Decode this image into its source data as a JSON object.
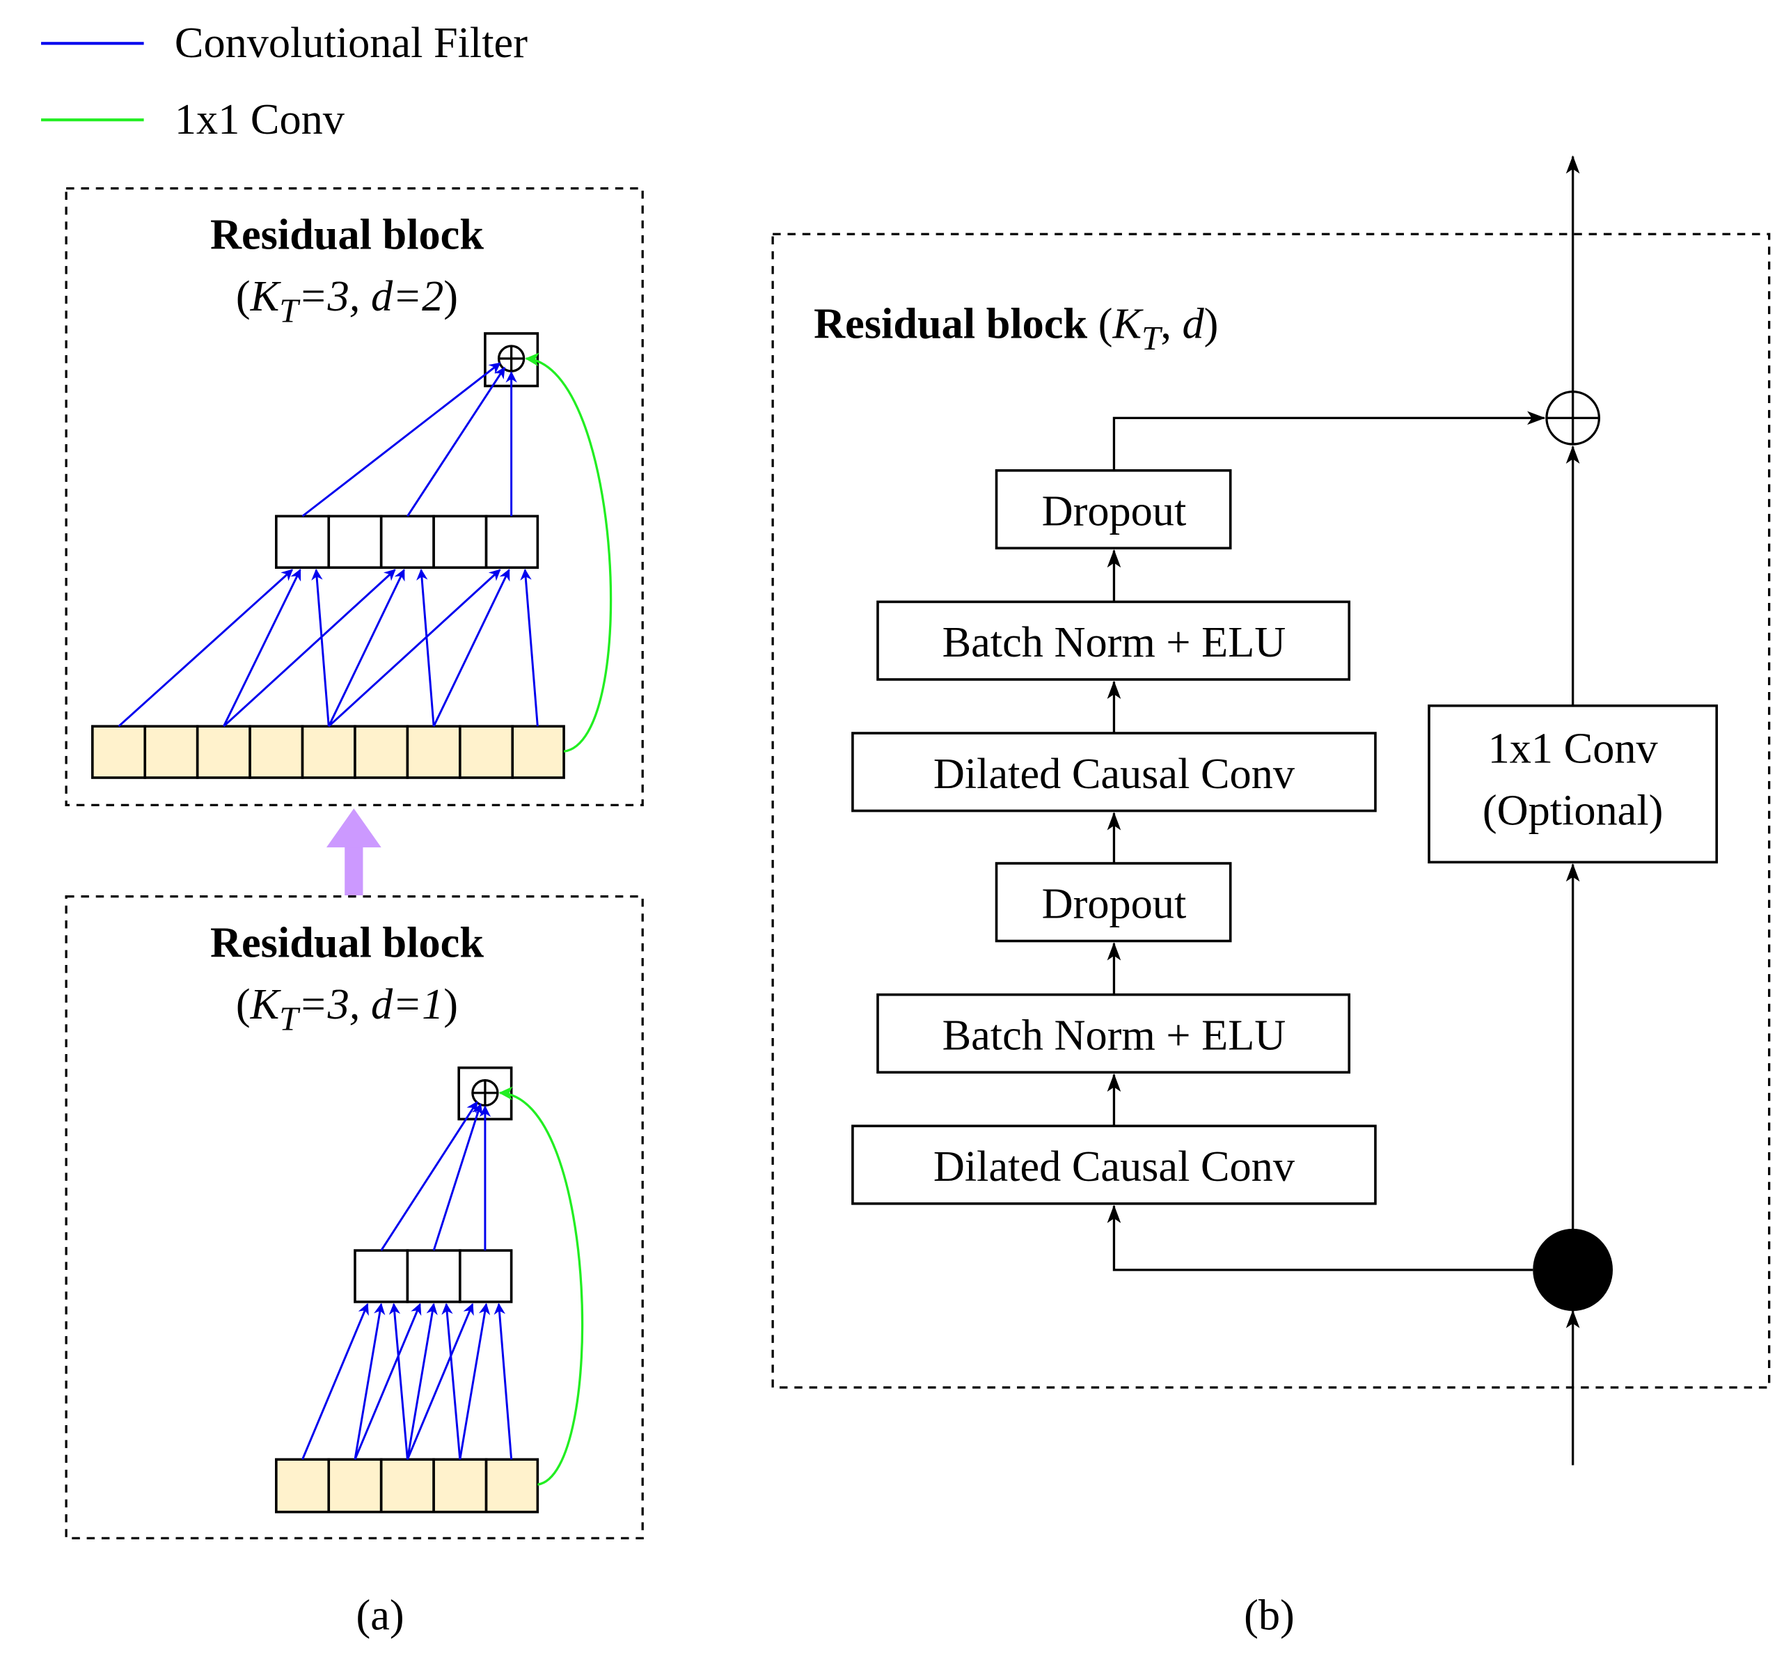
{
  "legend": {
    "items": [
      {
        "label": "Convolutional Filter",
        "color": "#0000ee"
      },
      {
        "label": "1x1 Conv",
        "color": "#22ee22"
      }
    ]
  },
  "panel_a": {
    "caption": "(a)",
    "blocks": [
      {
        "title": "Residual block",
        "params_prefix": "(",
        "k": "K",
        "k_sub": "T",
        "k_val": "=3, ",
        "d": "d",
        "d_val": "=2",
        "params_suffix": ")",
        "input_cells": 9,
        "output_cells": 5
      },
      {
        "title": "Residual block",
        "params_prefix": "(",
        "k": "K",
        "k_sub": "T",
        "k_val": "=3, ",
        "d": "d",
        "d_val": "=1",
        "params_suffix": ")",
        "input_cells": 5,
        "output_cells": 3
      }
    ],
    "stack_arrow_color": "#cc99ff",
    "input_cell_color": "#fff2cc",
    "add_symbol": "⊕"
  },
  "panel_b": {
    "caption": "(b)",
    "title": "Residual block",
    "params_prefix": " (",
    "k": "K",
    "k_sub": "T",
    "params_mid": ", ",
    "d": "d",
    "params_suffix": ")",
    "layers": [
      "Dilated Causal Conv",
      "Batch Norm + ELU",
      "Dropout",
      "Dilated Causal Conv",
      "Batch Norm + ELU",
      "Dropout"
    ],
    "skip_box": {
      "line1": "1x1 Conv",
      "line2": "(Optional)"
    }
  }
}
